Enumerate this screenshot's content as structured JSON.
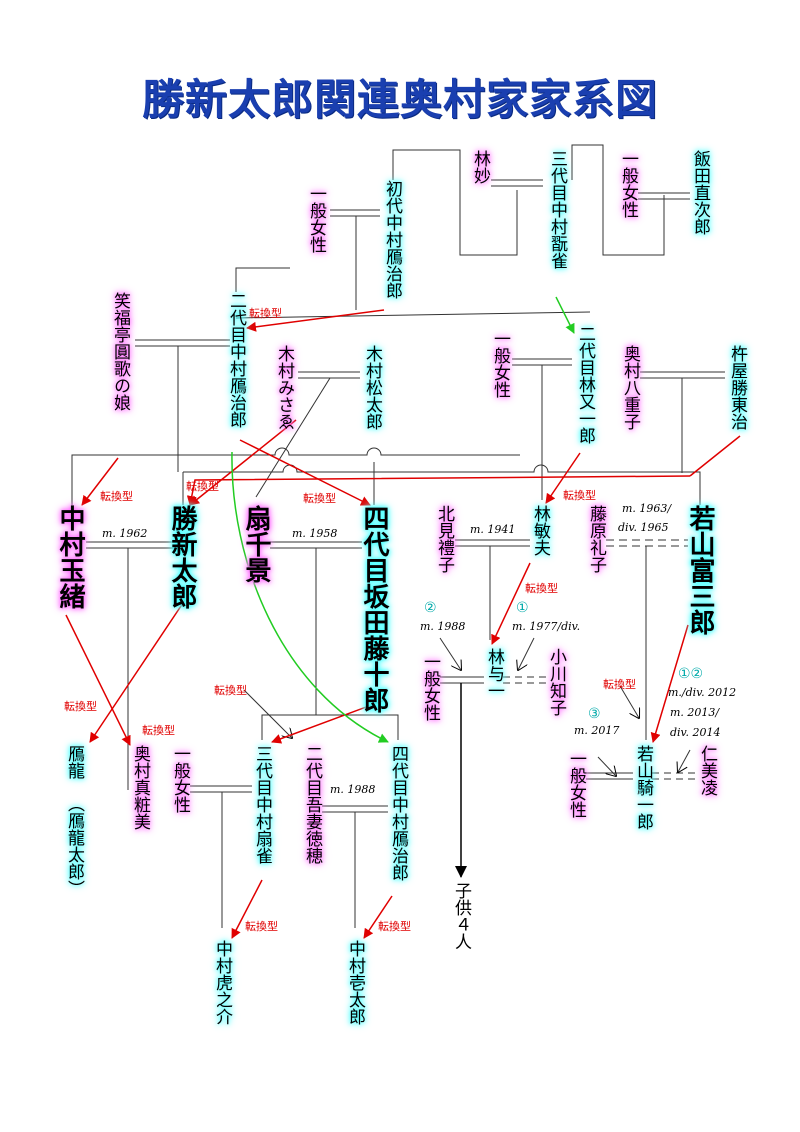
{
  "title": "勝新太郎関連奥村家家系図",
  "colors": {
    "female_glow": "#ff66ff",
    "male_glow": "#33ffff",
    "adoption_arrow": "#e00000",
    "other_arrow": "#22cc22",
    "title": "#1a3fb0"
  },
  "people": {
    "hayashi_tae": "林妙",
    "nakamura_ganjaku3": "三代目中村翫雀",
    "ippan_josei_1": "一般女性",
    "iida_naojiro": "飯田直次郎",
    "ippan_josei_2": "一般女性",
    "nakamura_ganjiro1": "初代中村鴈治郎",
    "shofukutei_daughter": "笑福亭圓歌の娘",
    "nakamura_ganjiro2": "二代目中村鴈治郎",
    "kimura_misao": "木村みさゑ",
    "kimura_matsutaro": "木村松太郎",
    "ippan_josei_3": "一般女性",
    "hayashi_matajiro2": "二代目林又一郎",
    "okumura_yaeko": "奥村八重子",
    "kineya_katsutoji": "杵屋勝東治",
    "nakamura_tamao": "中村玉緒",
    "katsu_shintaro": "勝新太郎",
    "ogi_chikage": "扇千景",
    "sakata_tojuro4": "四代目坂田藤十郎",
    "kitami_reiko": "北見禮子",
    "hayashi_toshio": "林敏夫",
    "fujiwara_reiko": "藤原礼子",
    "wakayama_tomisaburo": "若山富三郎",
    "ippan_josei_4": "一般女性",
    "hayashi_yoichi": "林与一",
    "ogawa_tomoko": "小川知子",
    "ganryu": "鴈龍",
    "ganryu_taro": "（鴈龍太郎）",
    "okumura_masami": "奥村真粧美",
    "ippan_josei_5": "一般女性",
    "nakamura_senjaku3": "三代目中村扇雀",
    "azuma_tokuho2": "二代目吾妻徳穂",
    "nakamura_ganjiro4": "四代目中村鴈治郎",
    "ippan_josei_6": "一般女性",
    "wakayama_kiichiro": "若山騎一郎",
    "ni_miryo": "仁美凌",
    "nakamura_toranosuke": "中村虎之介",
    "nakamura_kazutaro": "中村壱太郎"
  },
  "children_note": "子供４人",
  "adoption_label": "転換型",
  "marriages": {
    "m1962": "m. 1962",
    "m1958": "m. 1958",
    "m1941": "m. 1941",
    "m1963": "m. 1963/",
    "div1965": "div. 1965",
    "m1988a": "m. 1988",
    "m1977": "m. 1977/div.",
    "m1988b": "m. 1988",
    "m2017": "m. 2017",
    "m2012": "m./div. 2012",
    "m2013": "m. 2013/",
    "div2014": "div. 2014"
  },
  "order_marks": {
    "one": "①",
    "two": "②",
    "three": "③",
    "one_two": "①②"
  }
}
